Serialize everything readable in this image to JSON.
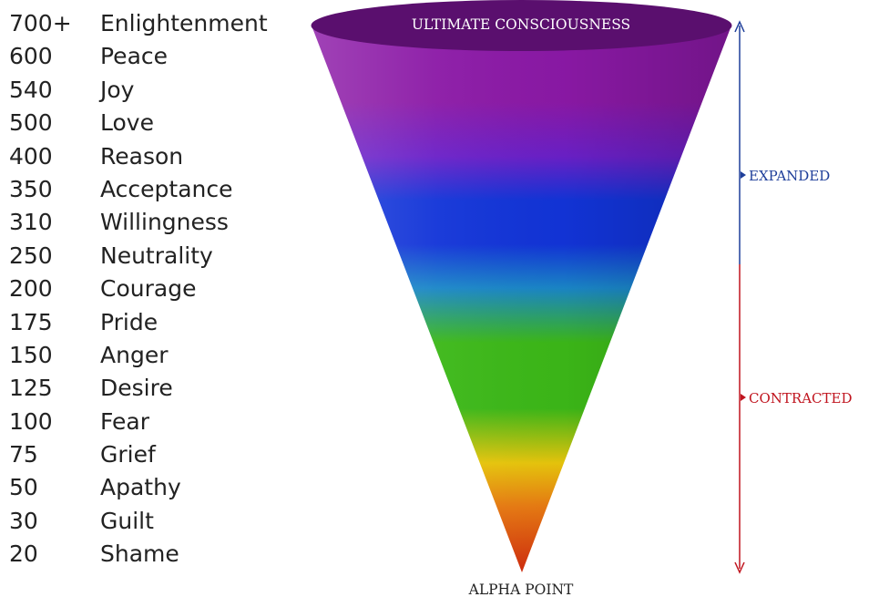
{
  "levels": [
    {
      "value": "700+",
      "name": "Enlightenment"
    },
    {
      "value": "600",
      "name": "Peace"
    },
    {
      "value": "540",
      "name": "Joy"
    },
    {
      "value": "500",
      "name": "Love"
    },
    {
      "value": "400",
      "name": "Reason"
    },
    {
      "value": "350",
      "name": "Acceptance"
    },
    {
      "value": "310",
      "name": "Willingness"
    },
    {
      "value": "250",
      "name": "Neutrality"
    },
    {
      "value": "200",
      "name": "Courage"
    },
    {
      "value": "175",
      "name": "Pride"
    },
    {
      "value": "150",
      "name": "Anger"
    },
    {
      "value": "125",
      "name": "Desire"
    },
    {
      "value": "100",
      "name": "Fear"
    },
    {
      "value": "75",
      "name": "Grief"
    },
    {
      "value": "50",
      "name": "Apathy"
    },
    {
      "value": "30",
      "name": "Guilt"
    },
    {
      "value": "20",
      "name": "Shame"
    }
  ],
  "cone": {
    "top_label": "ULTIMATE CONSCIOUSNESS",
    "bottom_label": "ALPHA POINT",
    "colors": {
      "top_ellipse": "#5a0f6e",
      "purple": "#8b19a6",
      "violet": "#6a20c8",
      "blue": "#1234d8",
      "cyan": "#1a86c8",
      "green": "#3cb818",
      "yellow": "#e8c60c",
      "orange": "#e87a12",
      "red": "#d02a0c"
    }
  },
  "axis": {
    "expanded_label": "EXPANDED",
    "contracted_label": "CONTRACTED",
    "expanded_color": "#1f3f9a",
    "contracted_color": "#c0141e"
  }
}
